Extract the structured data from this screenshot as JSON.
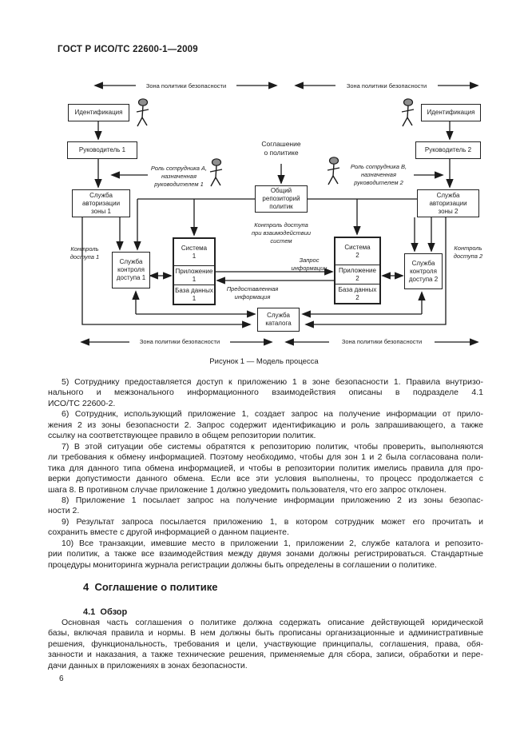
{
  "page": {
    "header": "ГОСТ Р ИСО/ТС 22600-1—2009",
    "page_number": "6"
  },
  "figure": {
    "caption": "Рисунок 1 — Модель процесса",
    "zone_label": "Зона политики безопасности",
    "boxes": {
      "ident_left": "Идентификация",
      "ident_right": "Идентификация",
      "manager1": "Руководитель 1",
      "manager2": "Руководитель 2",
      "auth1": "Служба\nавторизации\nзоны 1",
      "auth2": "Служба\nавторизации\nзоны 2",
      "repo": "Общий\nрепозиторий\nполитик",
      "acs1": "Служба\nконтроля\nдоступа 1",
      "acs2": "Служба\nконтроля\nдоступа 2",
      "sys1_name": "Система\n1",
      "app1": "Приложение\n1",
      "db1": "База данных\n1",
      "sys2_name": "Система\n2",
      "app2": "Приложение\n2",
      "db2": "База данных\n2",
      "catalog": "Служба\nкаталога"
    },
    "labels": {
      "agreement": "Соглашение\nо политике",
      "role_a": "Роль сотрудника А,\nназначенная\nруководителем 1",
      "role_b": "Роль сотрудника В,\nназначенная\nруководителем 2",
      "access1": "Контроль\nдоступа 1",
      "access2": "Контроль\nдоступа 2",
      "access_inter": "Контроль доступа\nпри взаимодействии\nсистем",
      "request": "Запрос\nинформации",
      "provided": "Предоставленная\nинформация"
    }
  },
  "content": {
    "paragraphs": [
      {
        "lines": [
          "5)  Сотруднику предоставляется доступ к приложению 1 в зоне безопасности 1. Правила внутризо-",
          "нального  и  межзонального  информационного  взаимодействия  описаны  в  подразделе  4.1",
          "ИСО/ТС 22600-2."
        ]
      },
      {
        "lines": [
          "6)  Сотрудник, использующий приложение 1, создает запрос на получение информации от прило-",
          "жения 2 из зоны безопасности 2. Запрос содержит идентификацию и роль запрашивающего, а также",
          "ссылку на соответствующее правило в общем репозитории политик."
        ]
      },
      {
        "lines": [
          "7)  В этой ситуации обе системы обратятся к репозиторию политик, чтобы проверить, выполняются",
          "ли требования к обмену информацией. Поэтому необходимо, чтобы для зон 1 и 2 была согласована поли-",
          "тика для данного типа обмена информацией, и чтобы в репозитории политик имелись правила для про-",
          "верки допустимости данного обмена. Если все эти условия выполнены, то процесс продолжается с",
          "шага 8. В противном случае приложение 1 должно уведомить пользователя, что его запрос отклонен."
        ]
      },
      {
        "lines": [
          "8)  Приложение 1 посылает запрос на получение информации приложению 2 из зоны безопас-",
          "ности 2."
        ]
      },
      {
        "lines": [
          "9)  Результат запроса посылается приложению 1, в котором сотрудник может его прочитать и",
          "сохранить вместе с другой информацией о данном пациенте."
        ]
      },
      {
        "lines": [
          "10)  Все транзакции, имевшие место в приложении 1, приложении 2, службе каталога и репозито-",
          "рии политик, а также все взаимодействия между двумя зонами должны регистрироваться. Стандартные",
          "процедуры мониторинга журнала регистрации должны быть определены в соглашении о политике."
        ]
      }
    ],
    "section_heading": "4  Соглашение о политике",
    "subsection_heading": "4.1  Обзор",
    "overview_paragraph": {
      "lines": [
        "Основная часть соглашения о политике должна содержать описание действующей юридической",
        "базы, включая правила и нормы. В нем должны быть прописаны организационные и административные",
        "решения, функциональность, требования и цели, участвующие принципалы, соглашения, права, обя-",
        "занности и наказания, а также технические решения, применяемые для сбора, записи, обработки и пере-",
        "дачи данных в приложениях в зонах безопасности."
      ]
    }
  }
}
